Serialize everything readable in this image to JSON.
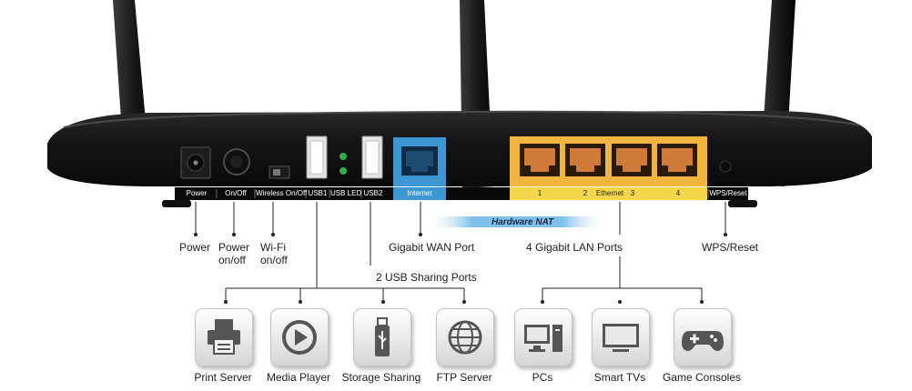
{
  "port_labels": {
    "power": "Power",
    "onoff": "On/Off",
    "wireless_onoff": "Wireless On/Off",
    "usb1": "USB1",
    "usb_led": "USB LED",
    "usb2": "USB2",
    "internet": "Internet",
    "lan1": "1",
    "lan2": "2",
    "ethernet": "Ethernet",
    "lan3": "3",
    "lan4": "4",
    "wps_reset": "WPS/Reset"
  },
  "banner": {
    "hardware_nat": "Hardware NAT"
  },
  "callouts": {
    "power": "Power",
    "power_onoff_1": "Power",
    "power_onoff_2": "on/off",
    "wifi_onoff_1": "Wi-Fi",
    "wifi_onoff_2": "on/off",
    "wan": "Gigabit WAN Port",
    "lan": "4 Gigabit LAN Ports",
    "wps": "WPS/Reset",
    "usb_sharing": "2 USB Sharing Ports"
  },
  "tiles": [
    {
      "icon": "printer-icon",
      "label": "Print Server"
    },
    {
      "icon": "play-icon",
      "label": "Media Player"
    },
    {
      "icon": "usb-drive-icon",
      "label": "Storage Sharing"
    },
    {
      "icon": "globe-icon",
      "label": "FTP Server"
    },
    {
      "icon": "desktop-pc-icon",
      "label": "PCs"
    },
    {
      "icon": "tv-icon",
      "label": "Smart TVs"
    },
    {
      "icon": "gamepad-icon",
      "label": "Game Consoles"
    }
  ],
  "colors": {
    "router_body": "#141414",
    "wan_port": "#3d97d3",
    "lan_panel": "#f0b53e",
    "lan_strip": "#f3d64a",
    "usb_led": "#2fae4f"
  }
}
